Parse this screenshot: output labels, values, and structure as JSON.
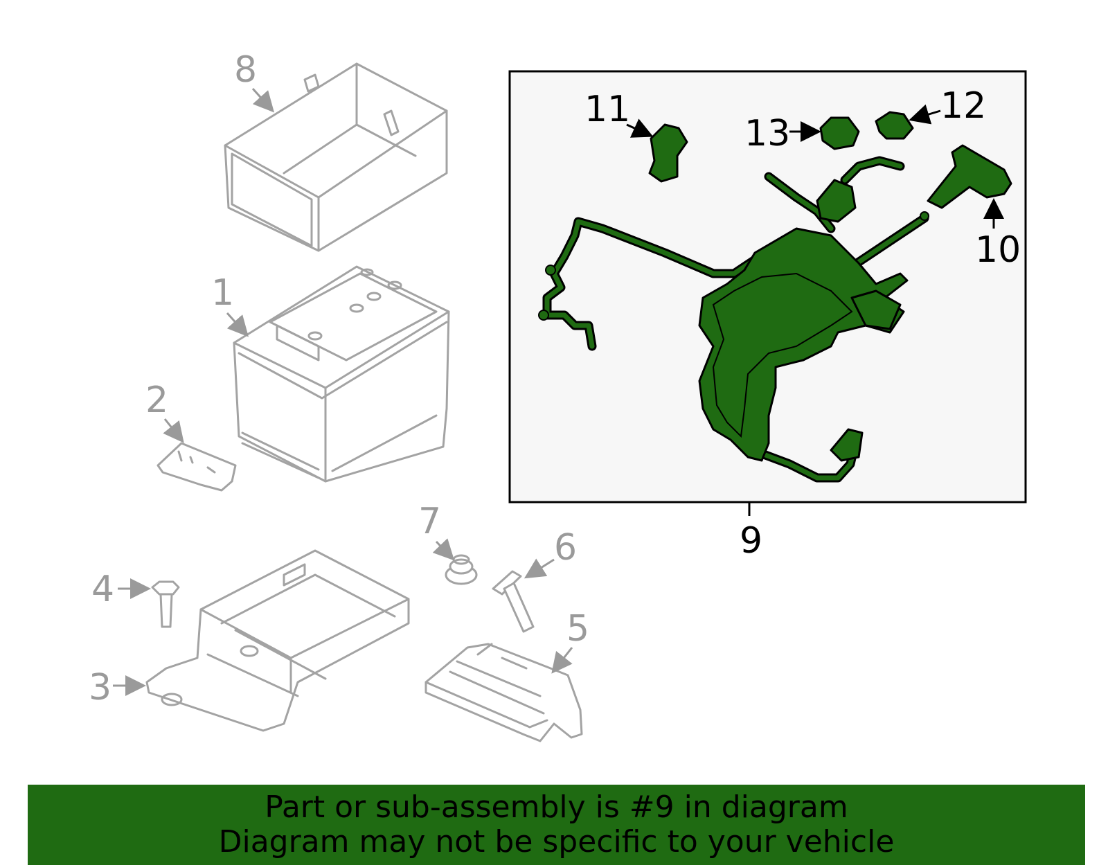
{
  "callouts": {
    "c1": "1",
    "c2": "2",
    "c3": "3",
    "c4": "4",
    "c5": "5",
    "c6": "6",
    "c7": "7",
    "c8": "8",
    "c9": "9",
    "c10": "10",
    "c11": "11",
    "c12": "12",
    "c13": "13"
  },
  "highlighted_part": "9",
  "colors": {
    "highlight": "#1f6b12",
    "inset_bg": "#f7f7f7",
    "grey_parts": "#a3a3a3"
  },
  "banner": {
    "line1": "Part or sub-assembly is #9 in diagram",
    "line2": "Diagram may not be specific to your vehicle"
  }
}
